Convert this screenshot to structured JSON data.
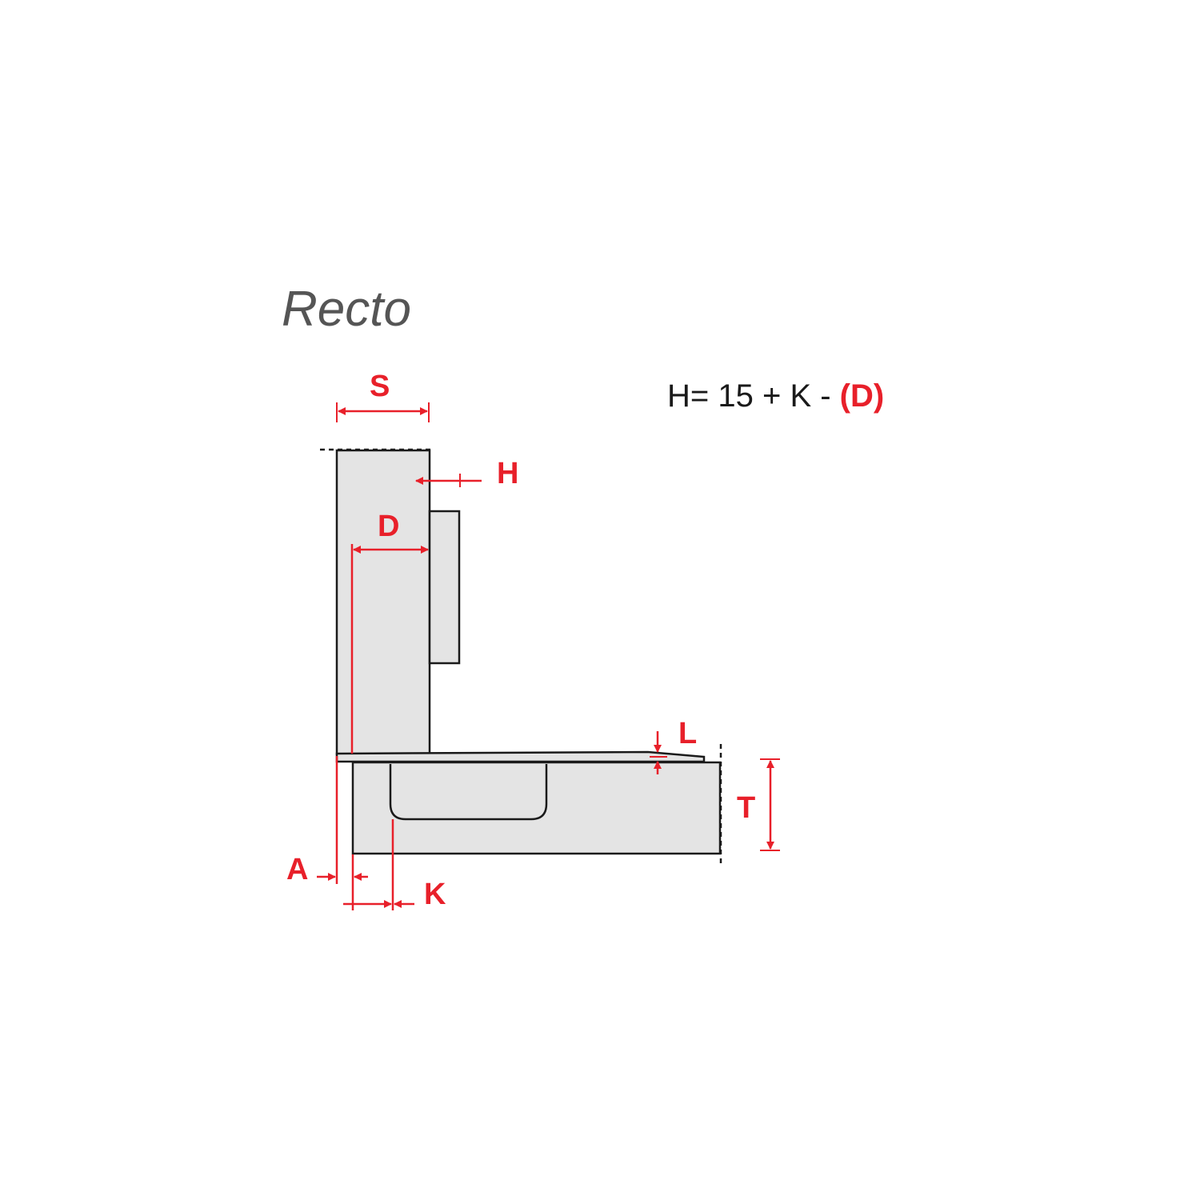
{
  "title": "Recto",
  "formula": {
    "prefix": "H= 15 + K - ",
    "highlight": "(D)"
  },
  "dimensions": {
    "S": "S",
    "H": "H",
    "D": "D",
    "L": "L",
    "T": "T",
    "A": "A",
    "K": "K"
  },
  "colors": {
    "dimension": "#e8202a",
    "part_fill": "#e4e4e4",
    "outline": "#1a1a1a",
    "title": "#555555"
  }
}
